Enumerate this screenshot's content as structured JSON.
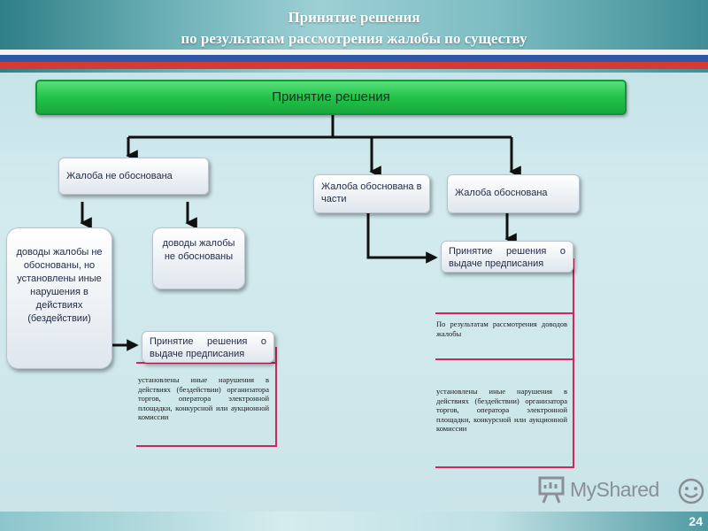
{
  "header": {
    "title_line1": "Принятие решения",
    "title_line2": "по результатам рассмотрения жалобы по существу"
  },
  "top_box": {
    "label": "Принятие решения"
  },
  "boxes": {
    "not_justified": "Жалоба не обоснована",
    "partly_justified": "Жалоба обоснована в части",
    "justified": "Жалоба обоснована",
    "args_not_justified_other_violations": "доводы жалобы не обоснованы, но установлены иные нарушения в действиях (бездействии)",
    "args_not_justified": "доводы жалобы не обоснованы",
    "order_decision_left": "Принятие решения о выдаче предписания",
    "order_decision_right": "Принятие решения о выдаче предписания"
  },
  "notes": {
    "left_violations": "установлены иные нарушения в действиях (бездействии) организатора торгов, оператора электронной площадки, конкурсной или аукционной комиссии",
    "right_by_args": "По результатам рассмотрения доводов жалобы",
    "right_violations": "установлены иные нарушения в действиях (бездействии) организатора торгов, оператора электронной площадки, конкурсной или аукционной комиссии"
  },
  "footer": {
    "page_number": "24",
    "logo_text": "MyShared"
  },
  "colors": {
    "accent_green": "#22c24a",
    "bracket_pink": "#d4245e",
    "flag_blue": "#2f57a6",
    "flag_red": "#d63a32"
  }
}
